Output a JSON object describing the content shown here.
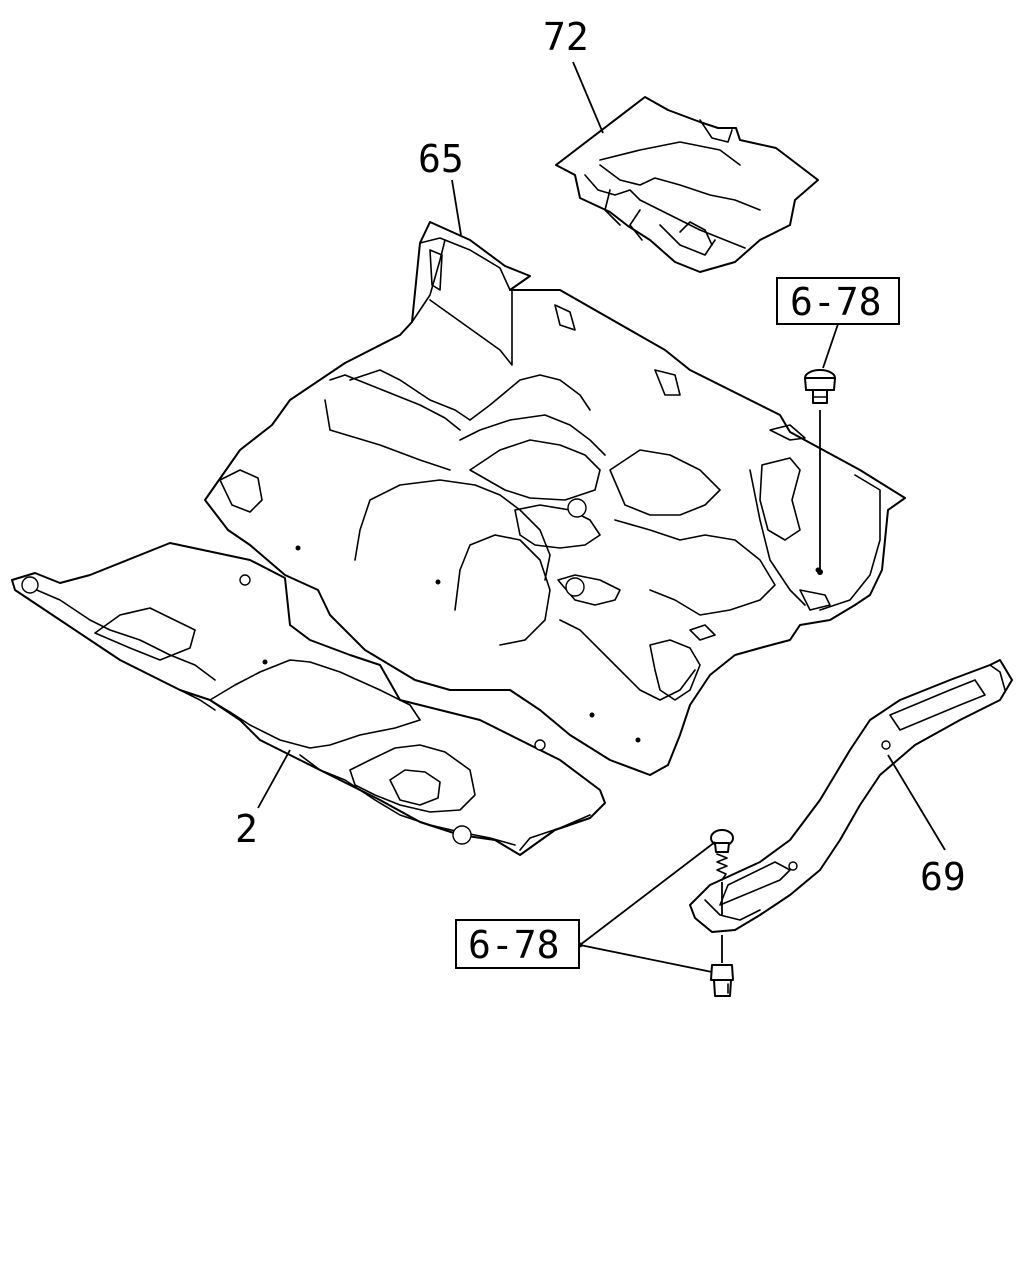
{
  "diagram": {
    "callouts": {
      "part_72": "72",
      "part_65": "65",
      "part_2": "2",
      "part_69": "69"
    },
    "references": {
      "ref_upper": "6-78",
      "ref_lower": "6-78"
    }
  }
}
